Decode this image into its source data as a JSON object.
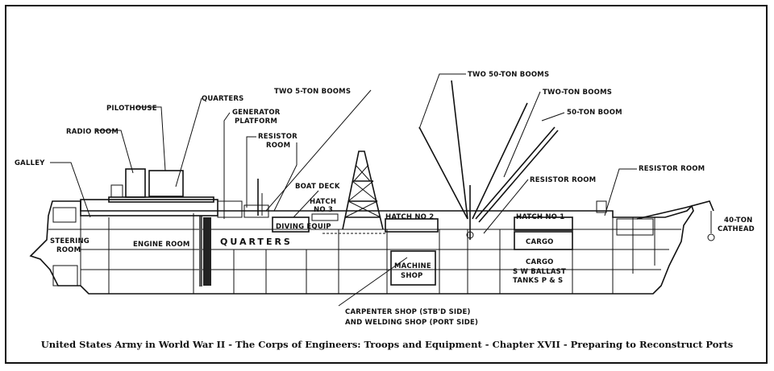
{
  "diagram": {
    "labels": {
      "galley": "GALLEY",
      "radio_room": "RADIO ROOM",
      "pilothouse": "PILOTHOUSE",
      "quarters_top": "QUARTERS",
      "generator_platform_1": "GENERATOR",
      "generator_platform_2": "PLATFORM",
      "resistor_room_aft_1": "RESISTOR",
      "resistor_room_aft_2": "ROOM",
      "two_5_ton_booms": "TWO 5-TON BOOMS",
      "boat_deck": "BOAT DECK",
      "hatch_no3_1": "HATCH",
      "hatch_no3_2": "NO 3",
      "diving_equip": "DIVING EQUIP",
      "steering_room_1": "STEERING",
      "steering_room_2": "ROOM",
      "engine_room": "ENGINE ROOM",
      "quarters_main": "QUARTERS",
      "hatch_no2": "HATCH NO 2",
      "machine_shop_1": "MACHINE",
      "machine_shop_2": "SHOP",
      "two_50_ton_booms": "TWO 50-TON BOOMS",
      "two_ton_booms": "TWO-TON BOOMS",
      "fifty_ton_boom": "50-TON BOOM",
      "resistor_room_mid": "RESISTOR ROOM",
      "hatch_no1": "HATCH NO 1",
      "cargo": "CARGO",
      "cargo_ballast_1": "CARGO",
      "cargo_ballast_2": "S W BALLAST",
      "cargo_ballast_3": "TANKS P & S",
      "resistor_room_fwd": "RESISTOR ROOM",
      "cathead_1": "40-TON",
      "cathead_2": "CATHEAD",
      "carpenter_shop": "CARPENTER SHOP (STB'D SIDE)",
      "welding_shop": "AND WELDING SHOP (PORT SIDE)"
    },
    "caption": "United States Army in World War II - The Corps of Engineers: Troops and Equipment - Chapter XVII - Preparing to Reconstruct Ports"
  }
}
